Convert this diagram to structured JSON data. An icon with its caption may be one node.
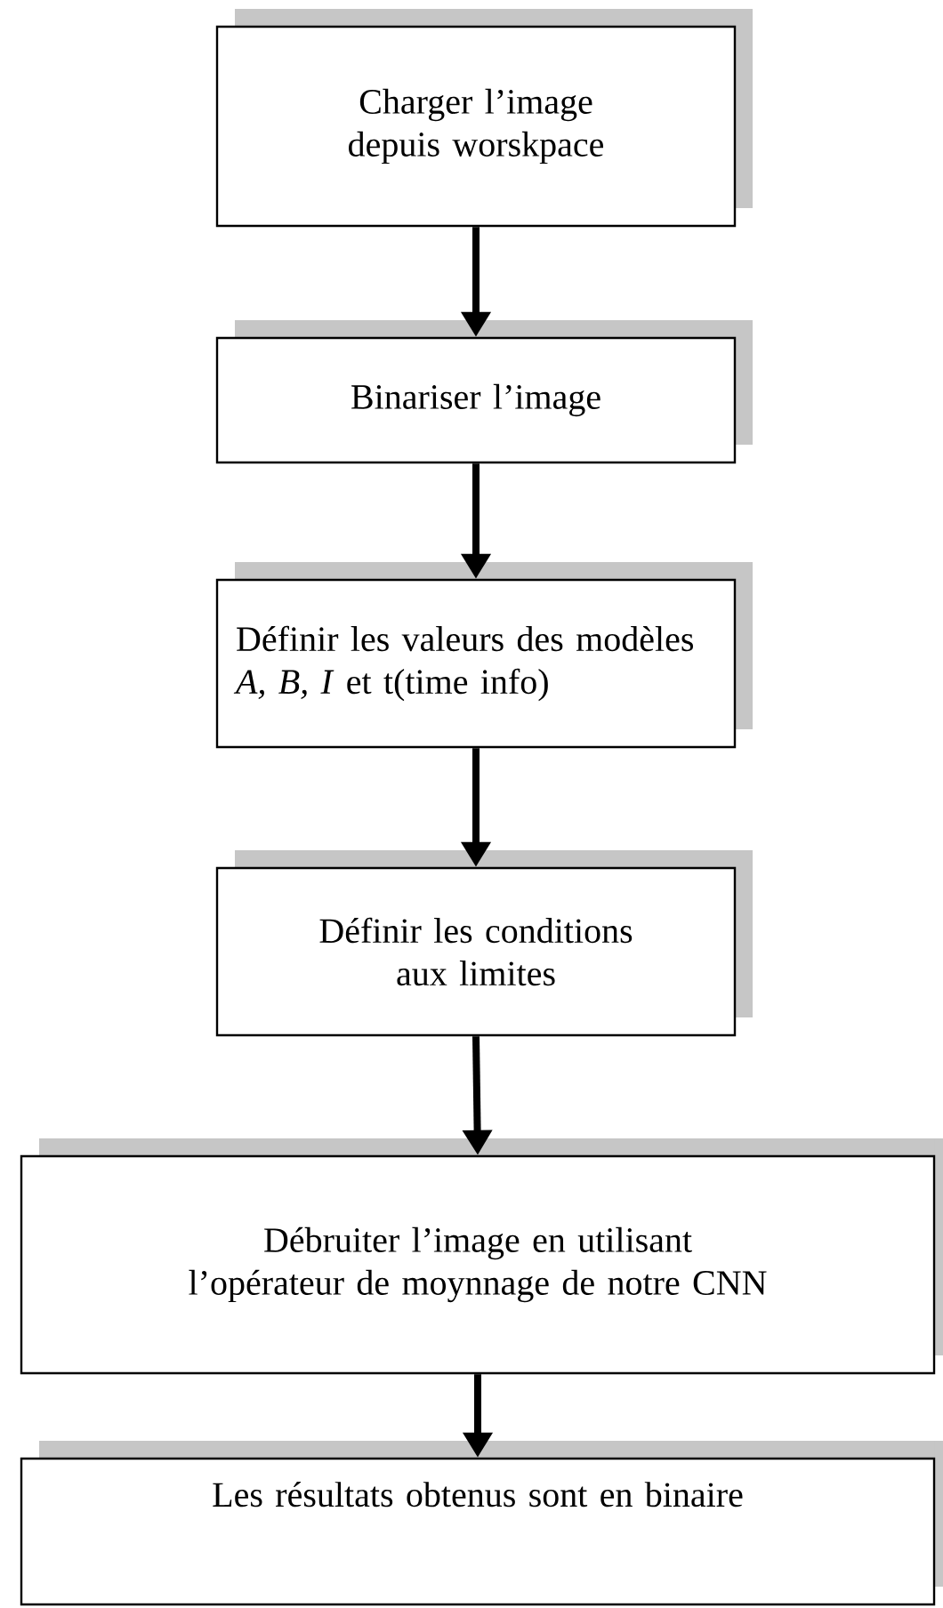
{
  "diagram": {
    "nodes": [
      {
        "text": [
          "Charger l’image depuis worskpace"
        ]
      },
      {
        "text": [
          "Binariser l’image"
        ]
      },
      {
        "text": [
          "Définir les valeurs des modèles *A, B, I* et t(time info)"
        ]
      },
      {
        "text": [
          "Définir les conditions aux limites"
        ]
      },
      {
        "text": [
          "Débruiter l’image en utilisant l’opérateur de moynnage de notre CNN"
        ]
      },
      {
        "text": [
          "Les résultats obtenus sont en binaire"
        ]
      }
    ],
    "edges": [
      {
        "from": 0,
        "to": 1,
        "arrow": "to"
      },
      {
        "from": 1,
        "to": 2,
        "arrow": "to"
      },
      {
        "from": 2,
        "to": 3,
        "arrow": "to"
      },
      {
        "from": 3,
        "to": 4,
        "arrow": "to"
      },
      {
        "from": 4,
        "to": 5,
        "arrow": "to"
      }
    ]
  }
}
